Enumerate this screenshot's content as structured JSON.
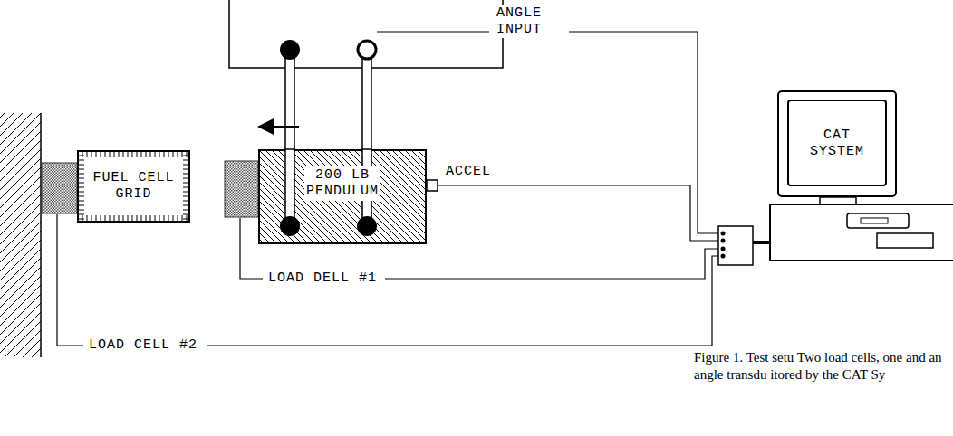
{
  "diagram": {
    "caption": "Figure 1. Test setu Two load cells, one and an angle transdu itored by the CAT Sy",
    "nodes": [
      {
        "text": [
          "FUEL CELL GRID"
        ]
      },
      {
        "text": [
          "200 LB PENDULUM"
        ]
      },
      {
        "text": [
          "CAT SYSTEM"
        ]
      }
    ],
    "labels": [
      "ANGLE INPUT",
      "ACCEL",
      "LOAD DELL #1",
      "LOAD CELL #2"
    ]
  }
}
